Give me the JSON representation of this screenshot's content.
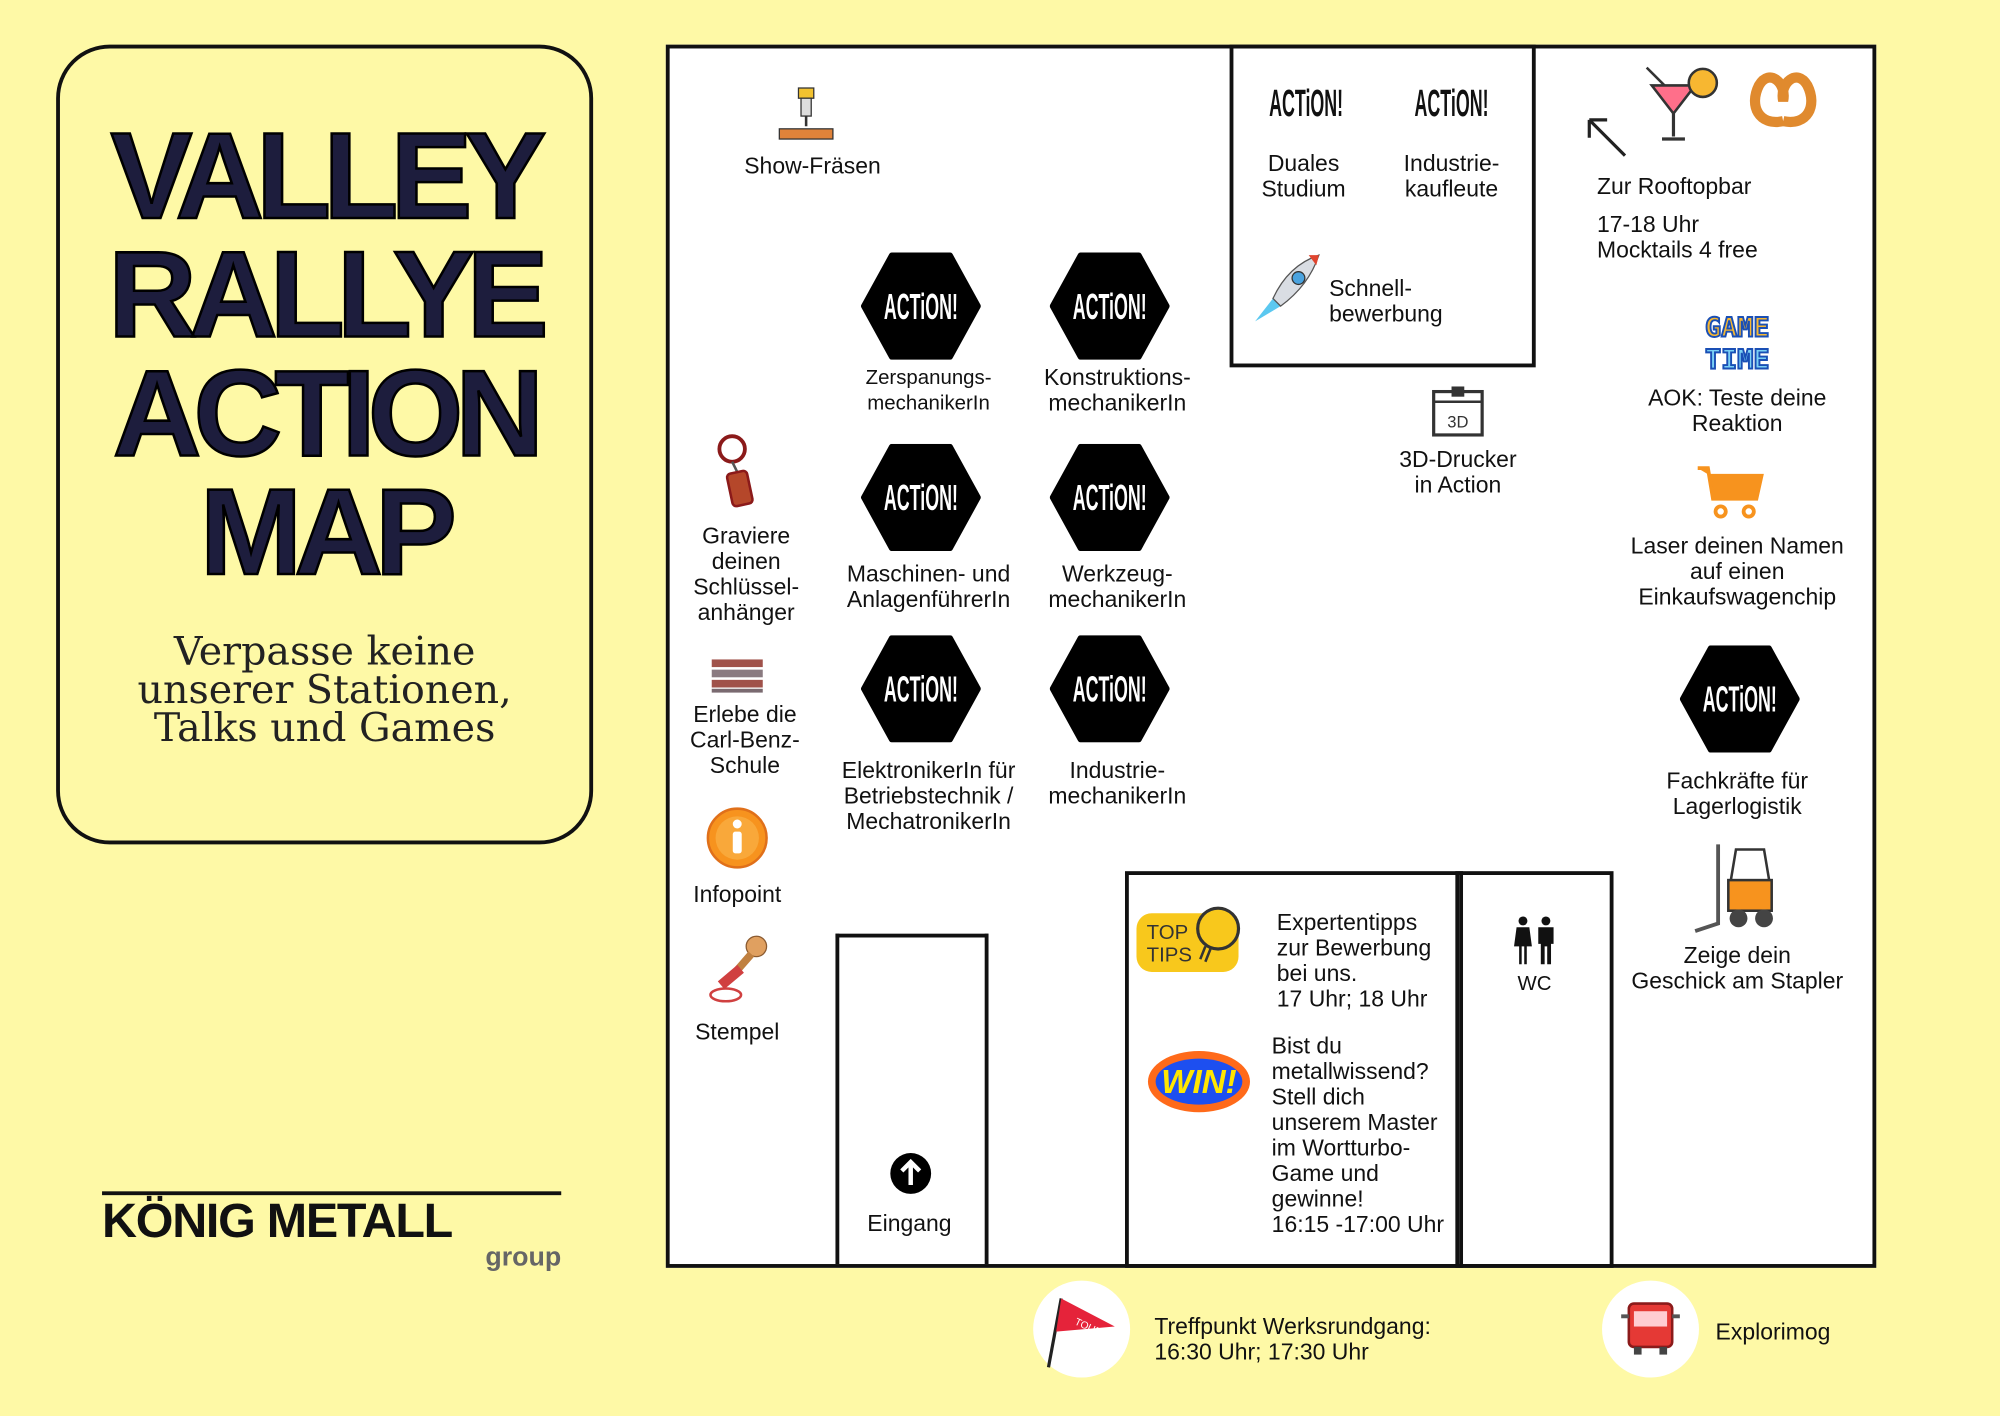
{
  "title": "VALLEY\nRALLYE\nACTION\nMAP",
  "subtitle": "Verpasse keine\nunserer Stationen,\nTalks und Games",
  "logo": {
    "name": "KÖNIG METALL",
    "group": "group"
  },
  "action_badge": "ACTiON!",
  "icon_texts": {
    "top": "TOP",
    "tips": "TIPS",
    "win": "WIN!",
    "game": "GAME",
    "time": "TIME",
    "three_d": "3D",
    "tour": "TOUR"
  },
  "stations": {
    "show_fraesen": "Show-Fräsen",
    "duales_studium": "Duales\nStudium",
    "industriekaufleute": "Industrie-\nkaufleute",
    "schnellbewerbung": "Schnell-\nbewerbung",
    "rooftop": "Zur Rooftopbar",
    "rooftop_time": "17-18 Uhr\nMocktails 4 free",
    "aok": "AOK: Teste deine\nReaktion",
    "laser": "Laser deinen Namen\nauf einen\nEinkaufswagenchip",
    "lagerlogistik": "Fachkräfte für\nLagerlogistik",
    "stapler": "Zeige dein\nGeschick am Stapler",
    "drucker": "3D-Drucker\nin Action",
    "zerspanung": "Zerspanungs-\nmechanikerIn",
    "konstruktion": "Konstruktions-\nmechanikerIn",
    "maschinen": "Maschinen- und\nAnlagenführerIn",
    "werkzeug": "Werkzeug-\nmechanikerIn",
    "elektroniker": "ElektronikerIn für\nBetriebstechnik /\nMechatronikerIn",
    "industriemechaniker": "Industrie-\nmechanikerIn",
    "gravieren": "Graviere\ndeinen\nSchlüssel-\nanhänger",
    "carl_benz": "Erlebe die\nCarl-Benz-\nSchule",
    "infopoint": "Infopoint",
    "stempel": "Stempel",
    "eingang": "Eingang",
    "expertentipps": "Expertentipps\nzur Bewerbung\nbei uns.\n17 Uhr; 18 Uhr",
    "wortturbo": "Bist du\nmetallwissend?\nStell dich\nunserem Master\nim Wortturbo-\nGame und\ngewinne!\n16:15 -17:00 Uhr",
    "wc": "WC",
    "werksrundgang": "Treffpunkt Werksrundgang:\n16:30 Uhr; 17:30 Uhr",
    "explorimog": "Explorimog"
  },
  "colors": {
    "background": "#fef9a6",
    "orange": "#f7931e",
    "title": "#1d1d3d"
  }
}
